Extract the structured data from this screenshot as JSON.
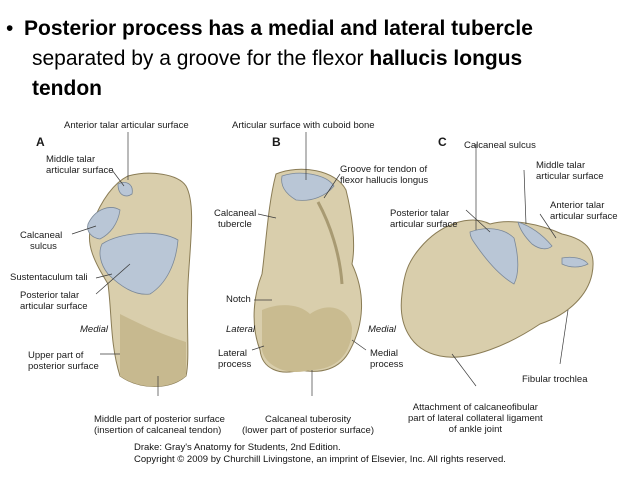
{
  "slide": {
    "bullet_symbol": "•",
    "line1_bold": "Posterior process has a medial and lateral tubercle",
    "line2_normal": "separated by a groove for the flexor ",
    "line2_bold": "hallucis longus",
    "line3_bold": "tendon"
  },
  "figure": {
    "panel_a": "A",
    "panel_b": "B",
    "panel_c": "C",
    "labels": {
      "anterior_talar": "Anterior talar articular surface",
      "middle_talar_a_1": "Middle talar",
      "middle_talar_a_2": "articular surface",
      "calcaneal_sulcus_a_1": "Calcaneal",
      "calcaneal_sulcus_a_2": "sulcus",
      "sustentaculum": "Sustentaculum tali",
      "posterior_talar_a_1": "Posterior talar",
      "posterior_talar_a_2": "articular surface",
      "medial_a": "Medial",
      "upper_part_1": "Upper part of",
      "upper_part_2": "posterior surface",
      "articular_cuboid": "Articular surface with cuboid bone",
      "groove_fhl_1": "Groove for tendon of",
      "groove_fhl_2": "flexor hallucis longus",
      "calcaneal_tubercle_1": "Calcaneal",
      "calcaneal_tubercle_2": "tubercle",
      "notch": "Notch",
      "lateral_b": "Lateral",
      "medial_b": "Medial",
      "lateral_process_1": "Lateral",
      "lateral_process_2": "process",
      "medial_process_1": "Medial",
      "medial_process_2": "process",
      "calcaneal_sulcus_c": "Calcaneal sulcus",
      "middle_talar_c_1": "Middle talar",
      "middle_talar_c_2": "articular surface",
      "anterior_talar_c_1": "Anterior talar",
      "anterior_talar_c_2": "articular surface",
      "posterior_talar_c_1": "Posterior talar",
      "posterior_talar_c_2": "articular surface",
      "fibular_trochlea": "Fibular trochlea",
      "attachment_1": "Attachment of calcaneofibular",
      "attachment_2": "part of lateral collateral ligament",
      "attachment_3": "of ankle joint",
      "middle_part_1": "Middle part of posterior surface",
      "middle_part_2": "(insertion of calcaneal tendon)",
      "calcaneal_tuberosity_1": "Calcaneal tuberosity",
      "calcaneal_tuberosity_2": "(lower part of posterior surface)"
    },
    "credit_line1": "Drake: Gray's Anatomy for Students, 2nd Edition.",
    "credit_line2": "Copyright © 2009 by Churchill Livingstone, an imprint of Elsevier, Inc. All rights reserved."
  },
  "colors": {
    "bone": "#d9ceac",
    "bone_shadow": "#a89a72",
    "cartilage": "#b9c6d6",
    "leader": "#3a3a3a"
  }
}
